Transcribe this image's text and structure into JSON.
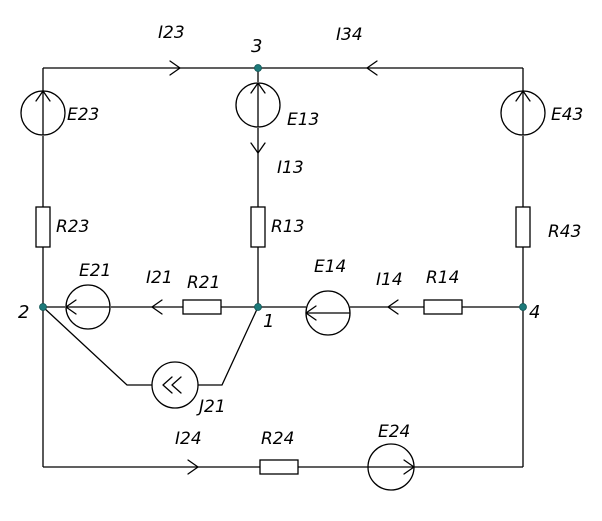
{
  "diagram": {
    "nodes": {
      "n1": "1",
      "n2": "2",
      "n3": "3",
      "n4": "4"
    },
    "labels": {
      "I23": "I23",
      "I34": "I34",
      "I13": "I13",
      "I21": "I21",
      "I14": "I14",
      "I24": "I24",
      "E23": "E23",
      "E13": "E13",
      "E43": "E43",
      "E21": "E21",
      "E14": "E14",
      "E24": "E24",
      "R23": "R23",
      "R13": "R13",
      "R43": "R43",
      "R21": "R21",
      "R14": "R14",
      "R24": "R24",
      "J21": "J21"
    },
    "colors": {
      "line": "#000000",
      "node": "#1d7a7a"
    }
  }
}
